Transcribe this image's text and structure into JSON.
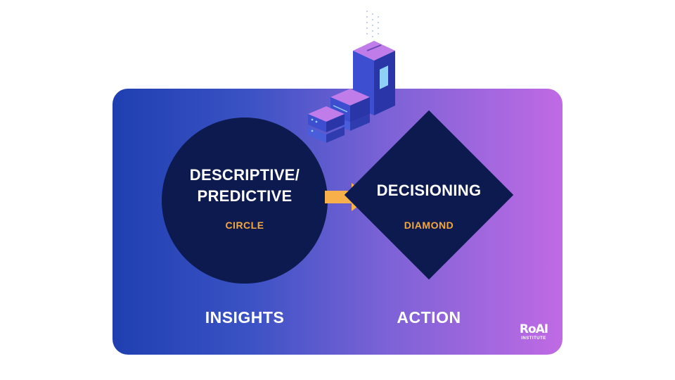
{
  "diagram": {
    "circle": {
      "title": "DESCRIPTIVE/\nPREDICTIVE",
      "subtitle": "CIRCLE"
    },
    "diamond": {
      "title": "DECISIONING",
      "subtitle": "DIAMOND"
    },
    "labels": {
      "insights": "INSIGHTS",
      "action": "ACTION"
    },
    "logo": {
      "main": "RoAI",
      "sub": "INSTITUTE"
    }
  },
  "colors": {
    "gradient_start": "#1f3fb0",
    "gradient_end": "#c06ae4",
    "shape_fill": "#0c1a4f",
    "accent": "#f2a83e",
    "arrow": "#f7b04a",
    "text": "#ffffff"
  },
  "icons": {
    "server": "server-stack-icon",
    "arrow": "right-arrow-icon"
  }
}
